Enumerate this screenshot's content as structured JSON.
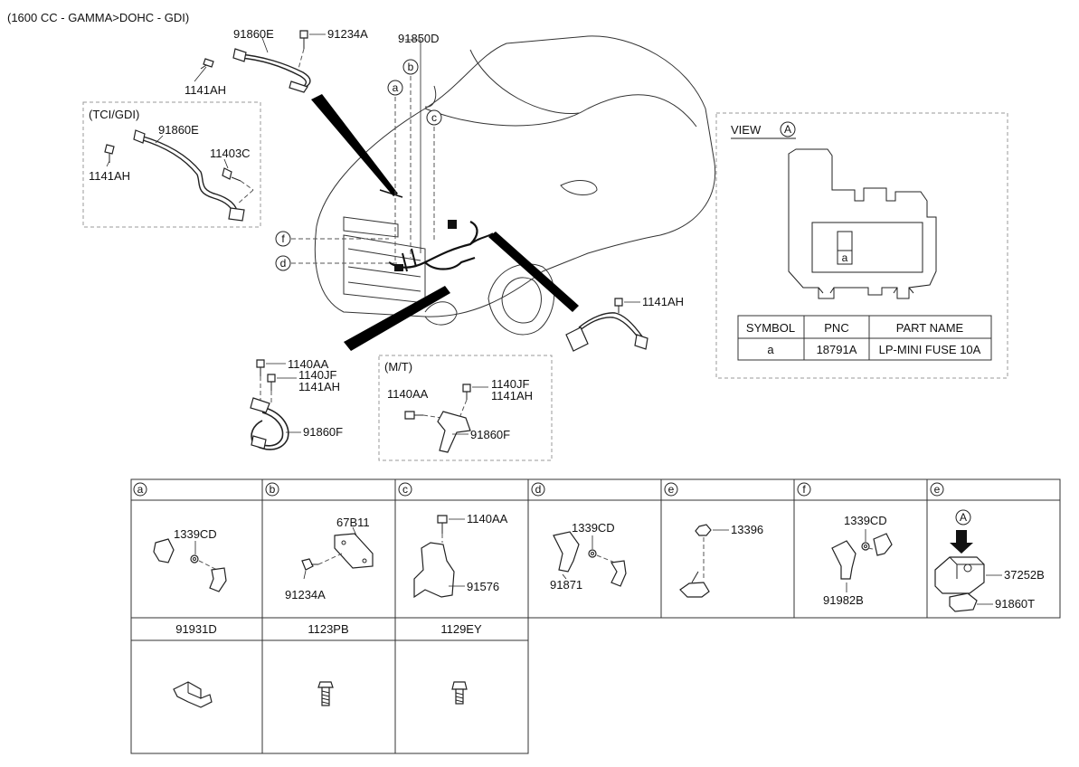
{
  "engine_note": "(1600 CC - GAMMA>DOHC - GDI)",
  "main_labels": {
    "p91860E_top": "91860E",
    "p91234A_top": "91234A",
    "p1141AH_top": "1141AH",
    "p91850D": "91850D",
    "tci_title": "(TCI/GDI)",
    "tci_91860E": "91860E",
    "tci_11403C": "11403C",
    "tci_1141AH": "1141AH",
    "p1141AH_right": "1141AH",
    "p1140AA_left": "1140AA",
    "p1140JF_left": "1140JF",
    "p1141AH_left": "1141AH",
    "p91860F_left": "91860F",
    "mt_title": "(M/T)",
    "mt_1140AA": "1140AA",
    "mt_1140JF": "1140JF",
    "mt_1141AH": "1141AH",
    "mt_91860F": "91860F"
  },
  "callouts": [
    "a",
    "b",
    "c",
    "d",
    "f"
  ],
  "view": {
    "title": "VIEW",
    "marker": "A",
    "fuse_letter": "a",
    "table_headers": [
      "SYMBOL",
      "PNC",
      "PART NAME"
    ],
    "table_rows": [
      [
        "a",
        "18791A",
        "LP-MINI FUSE 10A"
      ]
    ]
  },
  "grid_top": {
    "headers": [
      "a",
      "b",
      "c",
      "d",
      "e",
      "f",
      "e"
    ],
    "cells": [
      {
        "labels": [
          "1339CD"
        ]
      },
      {
        "labels": [
          "67B11",
          "91234A"
        ]
      },
      {
        "labels": [
          "1140AA",
          "91576"
        ]
      },
      {
        "labels": [
          "1339CD",
          "91871"
        ]
      },
      {
        "labels": [
          "13396"
        ]
      },
      {
        "labels": [
          "1339CD",
          "91982B"
        ]
      },
      {
        "marker": "A",
        "labels": [
          "37252B",
          "91860T"
        ]
      }
    ]
  },
  "grid_bottom": {
    "headers": [
      "91931D",
      "1123PB",
      "1129EY"
    ]
  }
}
